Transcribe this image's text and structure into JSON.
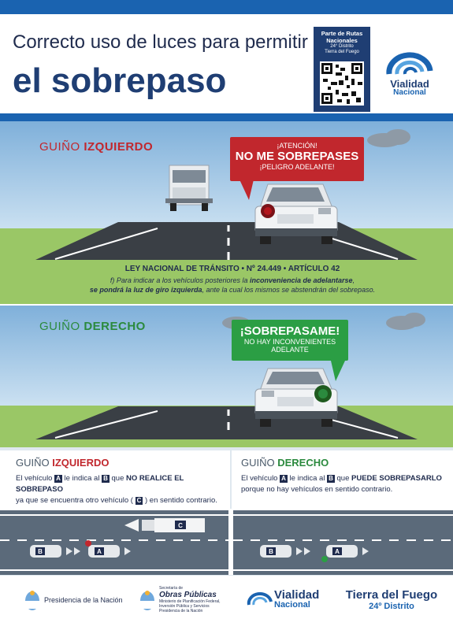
{
  "header": {
    "title_line1": "Correcto uso de luces para permitir",
    "title_line2": "el sobrepaso",
    "qr_caption_line1": "Parte de Rutas",
    "qr_caption_line2": "Nacionales",
    "qr_caption_line3": "24° Distrito",
    "qr_caption_line4": "Tierra del Fuego",
    "logo_line1": "Vialidad",
    "logo_line2": "Nacional"
  },
  "scene_left": {
    "label_prefix": "GUIÑO ",
    "label_emph": "IZQUIERDO",
    "bubble_top": "¡ATENCIÓN!",
    "bubble_main": "NO ME SOBREPASES",
    "bubble_bottom": "¡PELIGRO ADELANTE!",
    "law_heading": "LEY NACIONAL DE TRÁNSITO • Nº 24.449 • ARTÍCULO 42",
    "law_line1_a": "f) Para indicar a los vehículos posteriores la ",
    "law_line1_b": "inconveniencia de adelantarse",
    "law_line1_c": ",",
    "law_line2_a": "se pondrá la luz de giro izquierda",
    "law_line2_b": ", ante la cual los mismos se abstendrán del sobrepaso."
  },
  "scene_right": {
    "label_prefix": "GUIÑO ",
    "label_emph": "DERECHO",
    "bubble_main": "¡SOBREPASAME!",
    "bubble_line2": "NO HAY INCONVENIENTES",
    "bubble_line3": "ADELANTE"
  },
  "panel_left": {
    "title_prefix": "GUIÑO ",
    "title_emph": "IZQUIERDO",
    "t1": "El vehículo ",
    "a": "A",
    "t2": " le indica al ",
    "b": "B",
    "t3": " que ",
    "emph": "NO REALICE EL SOBREPASO",
    "t4": "ya que se encuentra otro vehículo ( ",
    "c": "C",
    "t5": " ) en sentido contrario."
  },
  "panel_right": {
    "title_prefix": "GUIÑO ",
    "title_emph": "DERECHO",
    "t1": "El vehículo ",
    "a": "A",
    "t2": " le indica al ",
    "b": "B",
    "t3": " que ",
    "emph": "PUEDE SOBREPASARLO",
    "t4": "porque no hay vehículos en sentido contrario."
  },
  "diagram": {
    "car_a": "A",
    "car_b": "B",
    "car_c": "C"
  },
  "footer": {
    "presidencia": "Presidencia de la Nación",
    "obras_small": "Secretaría de",
    "obras_title": "Obras Públicas",
    "obras_line2": "Ministerio de Planificación Federal,",
    "obras_line3": "Inversión Pública y Servicios",
    "obras_line4": "Presidencia de la Nación",
    "vialidad1": "Vialidad",
    "vialidad2": "Nacional",
    "tdf1": "Tierra del Fuego",
    "tdf2": "24º Distrito"
  },
  "colors": {
    "brand_blue": "#1a63b0",
    "navy": "#1f3e73",
    "warning_red": "#c1272d",
    "ok_green": "#2b9e44"
  }
}
